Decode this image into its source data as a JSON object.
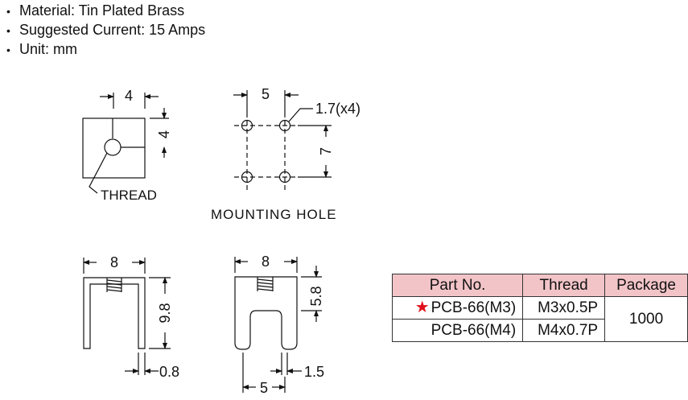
{
  "specs": [
    "Material: Tin Plated Brass",
    "Suggested Current: 15 Amps",
    "Unit: mm"
  ],
  "top_view": {
    "width": "4",
    "offset": "4",
    "thread_label": "THREAD"
  },
  "mounting_hole": {
    "pitch_x": "5",
    "hole": "1.7(x4)",
    "pitch_y": "7",
    "caption": "MOUNTING  HOLE"
  },
  "side_view": {
    "width": "8",
    "height": "9.8",
    "thickness": "0.8"
  },
  "front_view": {
    "width": "8",
    "slot_depth": "5.8",
    "leg_width": "1.5",
    "leg_pitch": "5"
  },
  "table": {
    "headers": [
      "Part No.",
      "Thread",
      "Package"
    ],
    "rows": [
      {
        "marker": "★",
        "part": "PCB-66(M3)",
        "thread": "M3x0.5P"
      },
      {
        "marker": "",
        "part": "PCB-66(M4)",
        "thread": "M4x0.7P"
      }
    ],
    "package": "1000",
    "marker_color": "#e0101a",
    "header_color": "#f2c4c8"
  }
}
